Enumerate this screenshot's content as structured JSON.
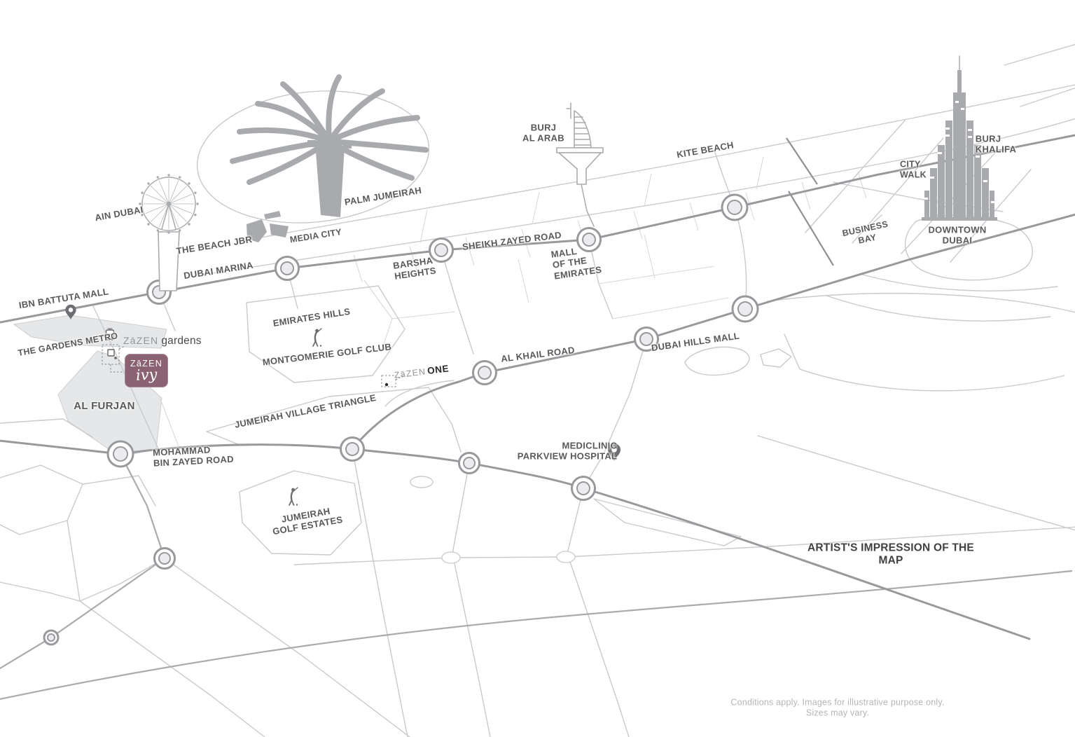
{
  "page": {
    "artist_note": "ARTIST'S IMPRESSION OF THE MAP",
    "disclaimer": "Conditions apply. Images for illustrative purpose only. Sizes may vary."
  },
  "colors": {
    "road_main": "#97999c",
    "road_med": "#a9abad",
    "road_thin": "#c9cacc",
    "road_fine": "#d8d9da",
    "landmark": "#a8aaad",
    "label": "#58595b",
    "brand": "#8a6272",
    "muted": "#939598",
    "shade": "#e6e7e8",
    "dark_note": "#414042",
    "disclaimer": "#b3b5b7"
  },
  "labels": {
    "ain_dubai": "AIN DUBAI",
    "the_beach_jbr": "THE BEACH JBR",
    "dubai_marina": "DUBAI MARINA",
    "media_city": "MEDIA CITY",
    "palm_jumeirah": "PALM JUMEIRAH",
    "ibn_battuta_mall": "IBN BATTUTA MALL",
    "the_gardens_metro": "THE GARDENS METRO",
    "al_furjan": "AL FURJAN",
    "mohammad_bin_zayed_road": "MOHAMMAD\nBIN ZAYED ROAD",
    "sheikh_zayed_road": "SHEIKH ZAYED ROAD",
    "barsha_heights": "BARSHA\nHEIGHTS",
    "emirates_hills": "EMIRATES HILLS",
    "montgomerie_golf_club": "MONTGOMERIE GOLF CLUB",
    "jumeirah_village_triangle": "JUMEIRAH VILLAGE TRIANGLE",
    "al_khail_road": "AL KHAIL ROAD",
    "burj_al_arab": "BURJ\nAL ARAB",
    "mall_of_the_emirates": "MALL\nOF THE\nEMIRATES",
    "kite_beach": "KITE BEACH",
    "dubai_hills_mall": "DUBAI HILLS MALL",
    "mediclinic_parkview_hospital": "MEDICLINIC\nPARKVIEW HOSPITAL",
    "jumeirah_golf_estates": "JUMEIRAH\nGOLF ESTATES",
    "business_bay": "BUSINESS\nBAY",
    "city_walk": "CITY\nWALK",
    "burj_khalifa": "BURJ\nKHALIFA",
    "downtown_dubai": "DOWNTOWN\nDUBAI"
  },
  "brand": {
    "gardens": {
      "prefix": "ZāZEN",
      "suffix": "gardens"
    },
    "one": {
      "prefix": "ZāZEN",
      "suffix": "ONE"
    },
    "ivy": {
      "wordmark": "ZāZEN",
      "name": "ivy"
    }
  },
  "icons": {
    "ain_dubai": "ferris-wheel-icon",
    "palm_jumeirah": "palm-island-icon",
    "burj_al_arab": "sail-hotel-icon",
    "burj_khalifa": "tower-icon",
    "the_gardens_metro": "metro-train-icon",
    "ibn_battuta_mall": "map-pin-icon",
    "mediclinic_parkview_hospital": "map-pin-icon",
    "montgomerie_golf_club": "golfer-icon",
    "jumeirah_golf_estates": "golfer-icon",
    "interchange": "roundabout-icon"
  }
}
